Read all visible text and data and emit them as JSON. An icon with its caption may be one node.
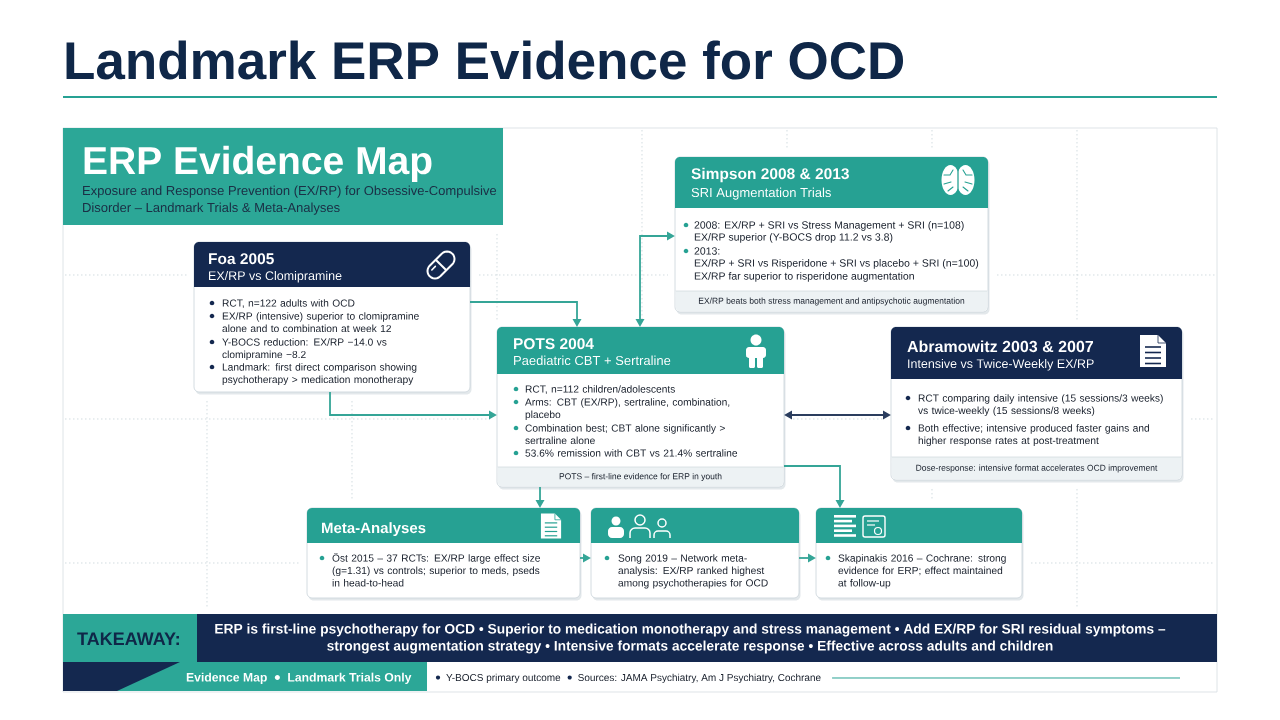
{
  "diagram": {
    "title": "Landmark ERP Evidence for OCD",
    "nodes": [
      {
        "text": [
          "ERP Evidence Map",
          "Exposure and Response Prevention (EX/RP) for Obsessive-Compulsive Disorder – Landmark Trials & Meta-Analyses"
        ]
      },
      {
        "text": [
          "Foa 2005",
          "EX/RP vs Clomipramine",
          "RCT, n=122 adults with OCD",
          "EX/RP (intensive) superior to clomipramine alone and to combination at week 12",
          "Y-BOCS reduction: EX/RP −14.0 vs clomipramine −8.2",
          "Landmark: first direct comparison showing psychotherapy > medication monotherapy"
        ]
      },
      {
        "text": [
          "Simpson 2008 & 2013",
          "SRI Augmentation Trials",
          "2008: EX/RP + SRI vs Stress Management + SRI (n=108)",
          "EX/RP superior (Y-BOCS drop 11.2 vs 3.8)",
          "2013:",
          "EX/RP + SRI vs Risperidone + SRI vs placebo + SRI (n=100)",
          "EX/RP far superior to risperidone augmentation",
          "EX/RP beats both stress management and antipsychotic augmentation"
        ]
      },
      {
        "text": [
          "POTS 2004",
          "Paediatric CBT + Sertraline",
          "RCT, n=112 children/adolescents",
          "Arms: CBT (EX/RP), sertraline, combination, placebo",
          "Combination best; CBT alone significantly > sertraline alone",
          "53.6% remission with CBT vs 21.4% sertraline",
          "POTS – first-line evidence for ERP in youth"
        ]
      },
      {
        "text": [
          "Abramowitz 2003 & 2007",
          "Intensive vs Twice-Weekly EX/RP",
          "RCT comparing daily intensive (15 sessions/3 weeks) vs twice-weekly (15 sessions/8 weeks)",
          "Both effective; intensive produced faster gains and higher response rates at post-treatment",
          "Dose-response: intensive format accelerates OCD improvement"
        ]
      },
      {
        "text": [
          "Meta-Analyses",
          "Öst 2015 – 37 RCTs: EX/RP large effect size (g=1.31) vs controls; superior to meds, pseds in head-to-head"
        ]
      },
      {
        "text": [
          "Song 2019 – Network meta-analysis: EX/RP ranked highest among psychotherapies for OCD"
        ]
      },
      {
        "text": [
          "Skapinakis 2016 – Cochrane: strong evidence for ERP; effect maintained at follow-up"
        ]
      },
      {
        "text": [
          "TAKEAWAY:",
          "ERP is first-line psychotherapy for OCD • Superior to medication monotherapy and stress management • Add EX/RP for SRI residual symptoms – strongest augmentation strategy • Intensive formats accelerate response • Effective across adults and children"
        ]
      },
      {
        "text": [
          "Evidence Map",
          "Landmark Trials Only"
        ]
      }
    ],
    "edges": [
      {
        "from": 1,
        "to": 3,
        "arrow": "to"
      },
      {
        "from": 1,
        "to": 3,
        "arrow": "to"
      },
      {
        "from": 3,
        "to": 2,
        "arrow": "both"
      },
      {
        "from": 3,
        "to": 4,
        "arrow": "both",
        "color": "#2b3d5e"
      },
      {
        "from": 3,
        "to": 5,
        "arrow": "to"
      },
      {
        "from": 3,
        "to": 7,
        "arrow": "to"
      },
      {
        "from": 5,
        "to": 6,
        "arrow": "to"
      },
      {
        "from": 6,
        "to": 7,
        "arrow": "to"
      }
    ],
    "labels": [
      "Y-BOCS primary outcome",
      "Sources: JAMA Psychiatry, Am J Psychiatry, Cochrane"
    ]
  }
}
